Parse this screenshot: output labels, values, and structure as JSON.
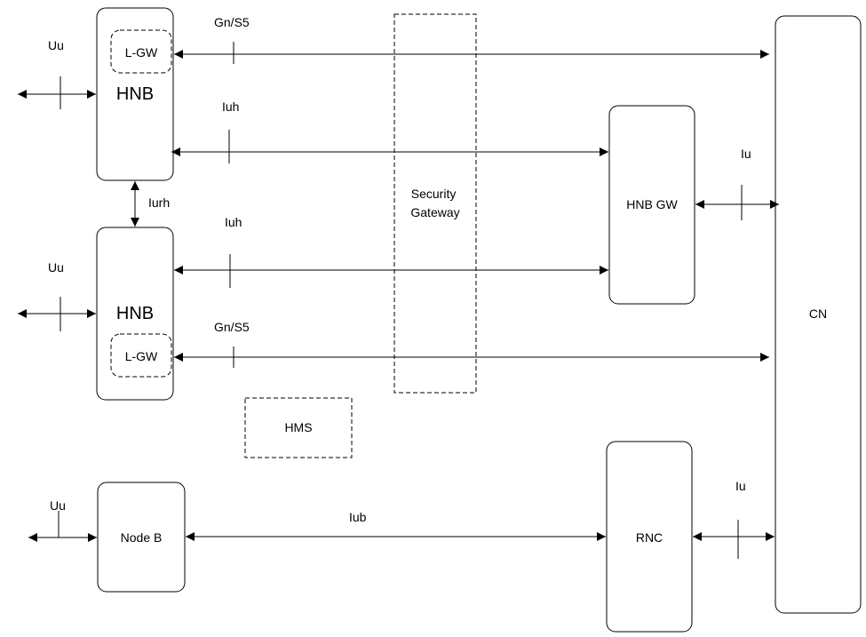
{
  "diagram": {
    "nodes": {
      "hnb1": "HNB",
      "hnb1_lgw": "L-GW",
      "hnb2": "HNB",
      "hnb2_lgw": "L-GW",
      "security_gateway": "Security\nGateway",
      "hnb_gw": "HNB GW",
      "cn": "CN",
      "hms": "HMS",
      "node_b": "Node B",
      "rnc": "RNC"
    },
    "interfaces": {
      "uu_hnb1": "Uu",
      "uu_hnb2": "Uu",
      "uu_nodeb": "Uu",
      "gns5_top": "Gn/S5",
      "gns5_bottom": "Gn/S5",
      "iuh_top": "Iuh",
      "iuh_bottom": "Iuh",
      "iurh": "Iurh",
      "iu_hnbgw": "Iu",
      "iu_rnc": "Iu",
      "iub": "Iub"
    }
  }
}
